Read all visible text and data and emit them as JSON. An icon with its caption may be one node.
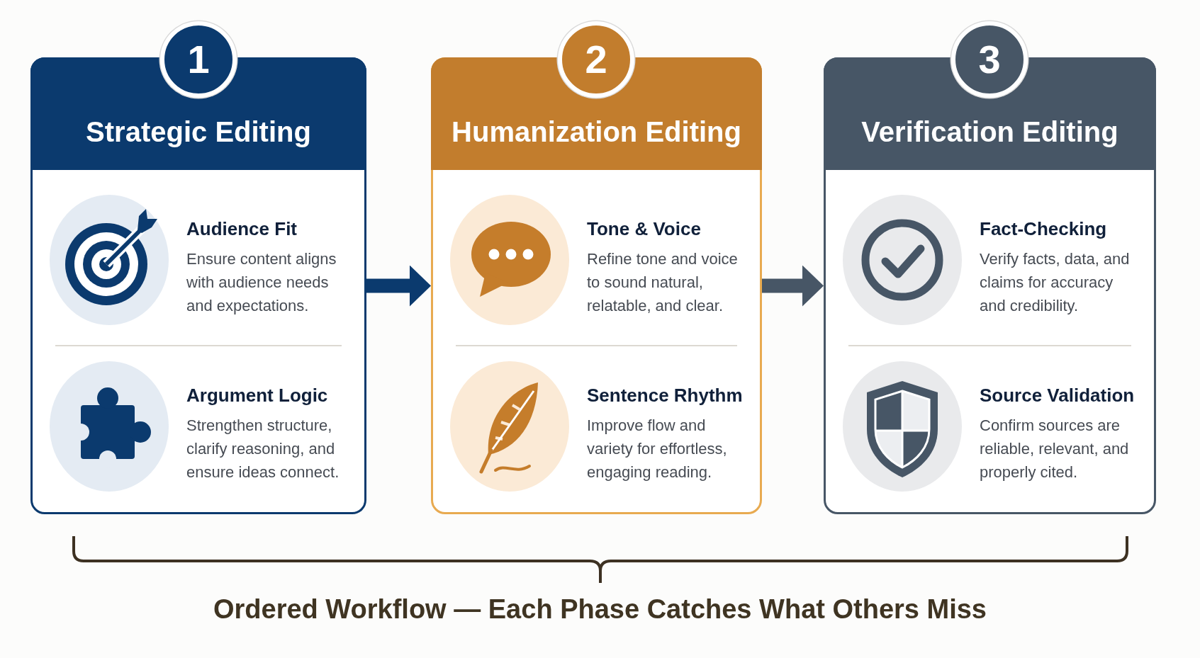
{
  "diagram": {
    "caption": "Ordered Workflow — Each Phase Catches What Others Miss",
    "nodes": [
      {
        "text": [
          "1"
        ]
      },
      {
        "text": [
          "Strategic Editing",
          "Audience Fit",
          "Ensure content aligns with audience needs and expectations.",
          "Argument Logic",
          "Strengthen structure, clarify reasoning, and ensure ideas connect."
        ]
      },
      {
        "text": [
          "2"
        ]
      },
      {
        "text": [
          "Humanization Editing",
          "Tone & Voice",
          "Refine tone and voice to sound natural, relatable, and clear.",
          "Sentence Rhythm",
          "Improve flow and variety for effortless, engaging reading."
        ]
      },
      {
        "text": [
          "3"
        ]
      },
      {
        "text": [
          "Verification Editing",
          "Fact-Checking",
          "Verify facts, data, and claims for accuracy and credibility.",
          "Source Validation",
          "Confirm sources are reliable, relevant, and properly cited."
        ]
      }
    ],
    "edges": [
      {
        "from": 1,
        "to": 3,
        "arrow": "to",
        "color": "#0b3a6e"
      },
      {
        "from": 3,
        "to": 5,
        "arrow": "to",
        "color": "#475666"
      }
    ]
  }
}
